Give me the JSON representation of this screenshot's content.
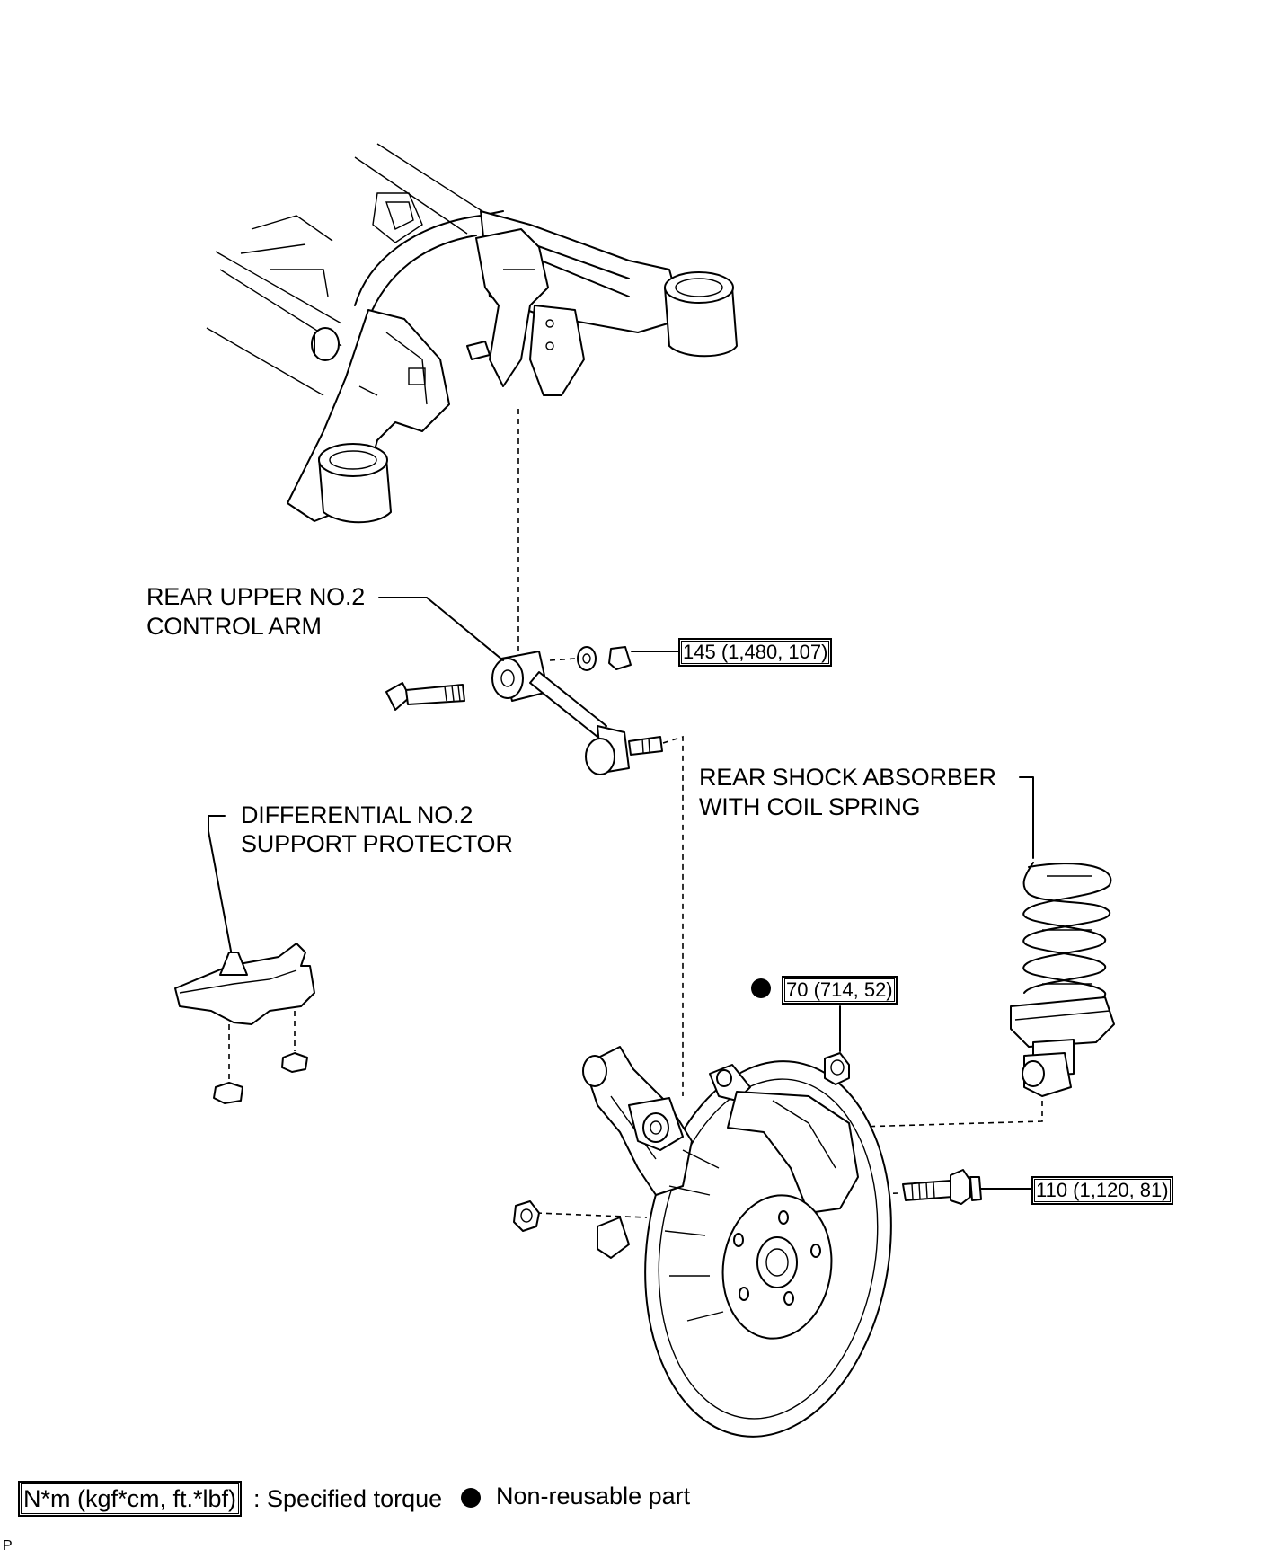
{
  "labels": {
    "upper_arm_line1": "REAR UPPER NO.2",
    "upper_arm_line2": "CONTROL ARM",
    "shock_line1": "REAR SHOCK ABSORBER",
    "shock_line2": "WITH COIL SPRING",
    "protector_line1": "DIFFERENTIAL NO.2",
    "protector_line2": "SUPPORT PROTECTOR"
  },
  "torques": {
    "upper_arm_nut": "145 (1,480, 107)",
    "knuckle_nut": "70 (714, 52)",
    "shock_bolt": "110 (1,120, 81)"
  },
  "legend": {
    "torque_unit": "N*m (kgf*cm, ft.*lbf)",
    "torque_text": ": Specified torque",
    "nonreusable_text": "Non-reusable part"
  },
  "corner_mark": "P"
}
